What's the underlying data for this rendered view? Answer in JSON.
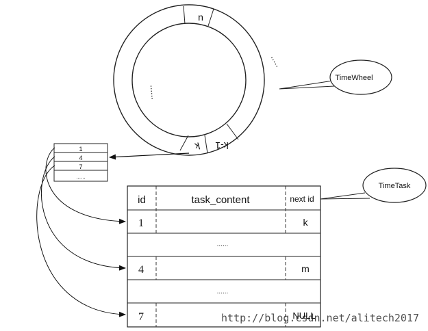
{
  "wheel": {
    "slots": {
      "n": "n",
      "k": "k",
      "k_minus_1": "k-1",
      "ellipsis_right": ".....",
      "ellipsis_left": "......"
    },
    "callout": "TimeWheel"
  },
  "bucket": {
    "entries": [
      "1",
      "4",
      "7",
      "......"
    ]
  },
  "task_table": {
    "headers": [
      "id",
      "task_content",
      "next id"
    ],
    "rows": [
      {
        "id": "1",
        "content": "",
        "next": "k"
      },
      {
        "id": "",
        "content": "......",
        "next": ""
      },
      {
        "id": "4",
        "content": "",
        "next": "m"
      },
      {
        "id": "",
        "content": "......",
        "next": ""
      },
      {
        "id": "7",
        "content": "",
        "next": "NULL"
      }
    ],
    "callout": "TimeTask"
  },
  "watermark": "http://blog.csdn.net/alitech2017"
}
